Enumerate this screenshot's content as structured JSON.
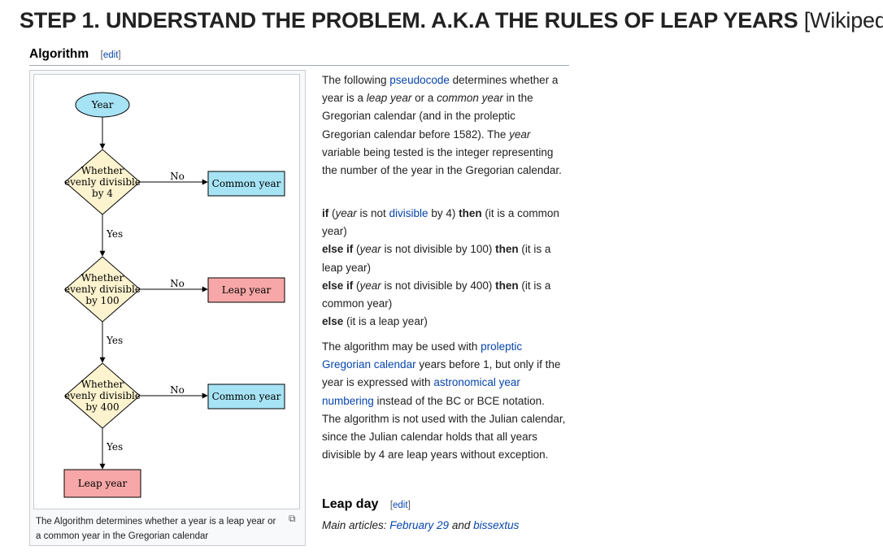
{
  "header": {
    "title": "STEP 1. UNDERSTAND THE PROBLEM. A.K.A THE RULES OF LEAP YEARS",
    "source": "[Wikipedia]"
  },
  "section": {
    "heading": "Algorithm",
    "edit_open": "[",
    "edit_label": "edit",
    "edit_close": "]"
  },
  "flowchart": {
    "start": "Year",
    "decisions": [
      {
        "line1": "Whether",
        "line2": "evenly divisible",
        "line3": "by 4"
      },
      {
        "line1": "Whether",
        "line2": "evenly divisible",
        "line3": "by 100"
      },
      {
        "line1": "Whether",
        "line2": "evenly divisible",
        "line3": "by 400"
      }
    ],
    "yes_label": "Yes",
    "no_label": "No",
    "outcomes": [
      "Common year",
      "Leap year",
      "Common year"
    ],
    "final": "Leap year",
    "colors": {
      "start": "#a6e3f5",
      "decision": "#fdf3cf",
      "common": "#a6e3f5",
      "leap": "#f7a7a7"
    }
  },
  "caption": "The Algorithm determines whether a year is a leap year or a common year in the Gregorian calendar",
  "intro": {
    "p1": "The following ",
    "link_pseudocode": "pseudocode",
    "p2": " determines whether a year is a ",
    "i_leap": "leap year",
    "p3": " or a ",
    "i_common": "common year",
    "p4": " in the Gregorian calendar (and in the proleptic Gregorian calendar before 1582). The ",
    "i_year": "year",
    "p5": " variable being tested is the integer representing the number of the year in the Gregorian calendar."
  },
  "pseudo": {
    "if_kw": "if",
    "open": " (",
    "year": "year",
    "is_not": " is not ",
    "divisible_link": "divisible",
    "by4": " by 4) ",
    "then_kw": "then",
    "res1": " (it is a common year)",
    "elseif_kw": "else if",
    "by100": " divisible by 100) ",
    "res2": " (it is a leap year)",
    "by400": " divisible by 400) ",
    "res3": " (it is a common year)",
    "else_kw": "else",
    "res4": " (it is a leap year)"
  },
  "para2": {
    "t1": "The algorithm may be used with ",
    "link1": "proleptic Gregorian calendar",
    "t2": " years before 1, but only if the year is expressed with ",
    "link2": "astronomical year numbering",
    "t3": " instead of the BC or BCE notation. The algorithm is not used with the Julian calendar, since the Julian calendar holds that all years divisible by 4 are leap years without exception."
  },
  "leapday": {
    "heading": "Leap day",
    "main_prefix": "Main articles: ",
    "link1": "February 29",
    "and": " and ",
    "link2": "bissextus"
  }
}
